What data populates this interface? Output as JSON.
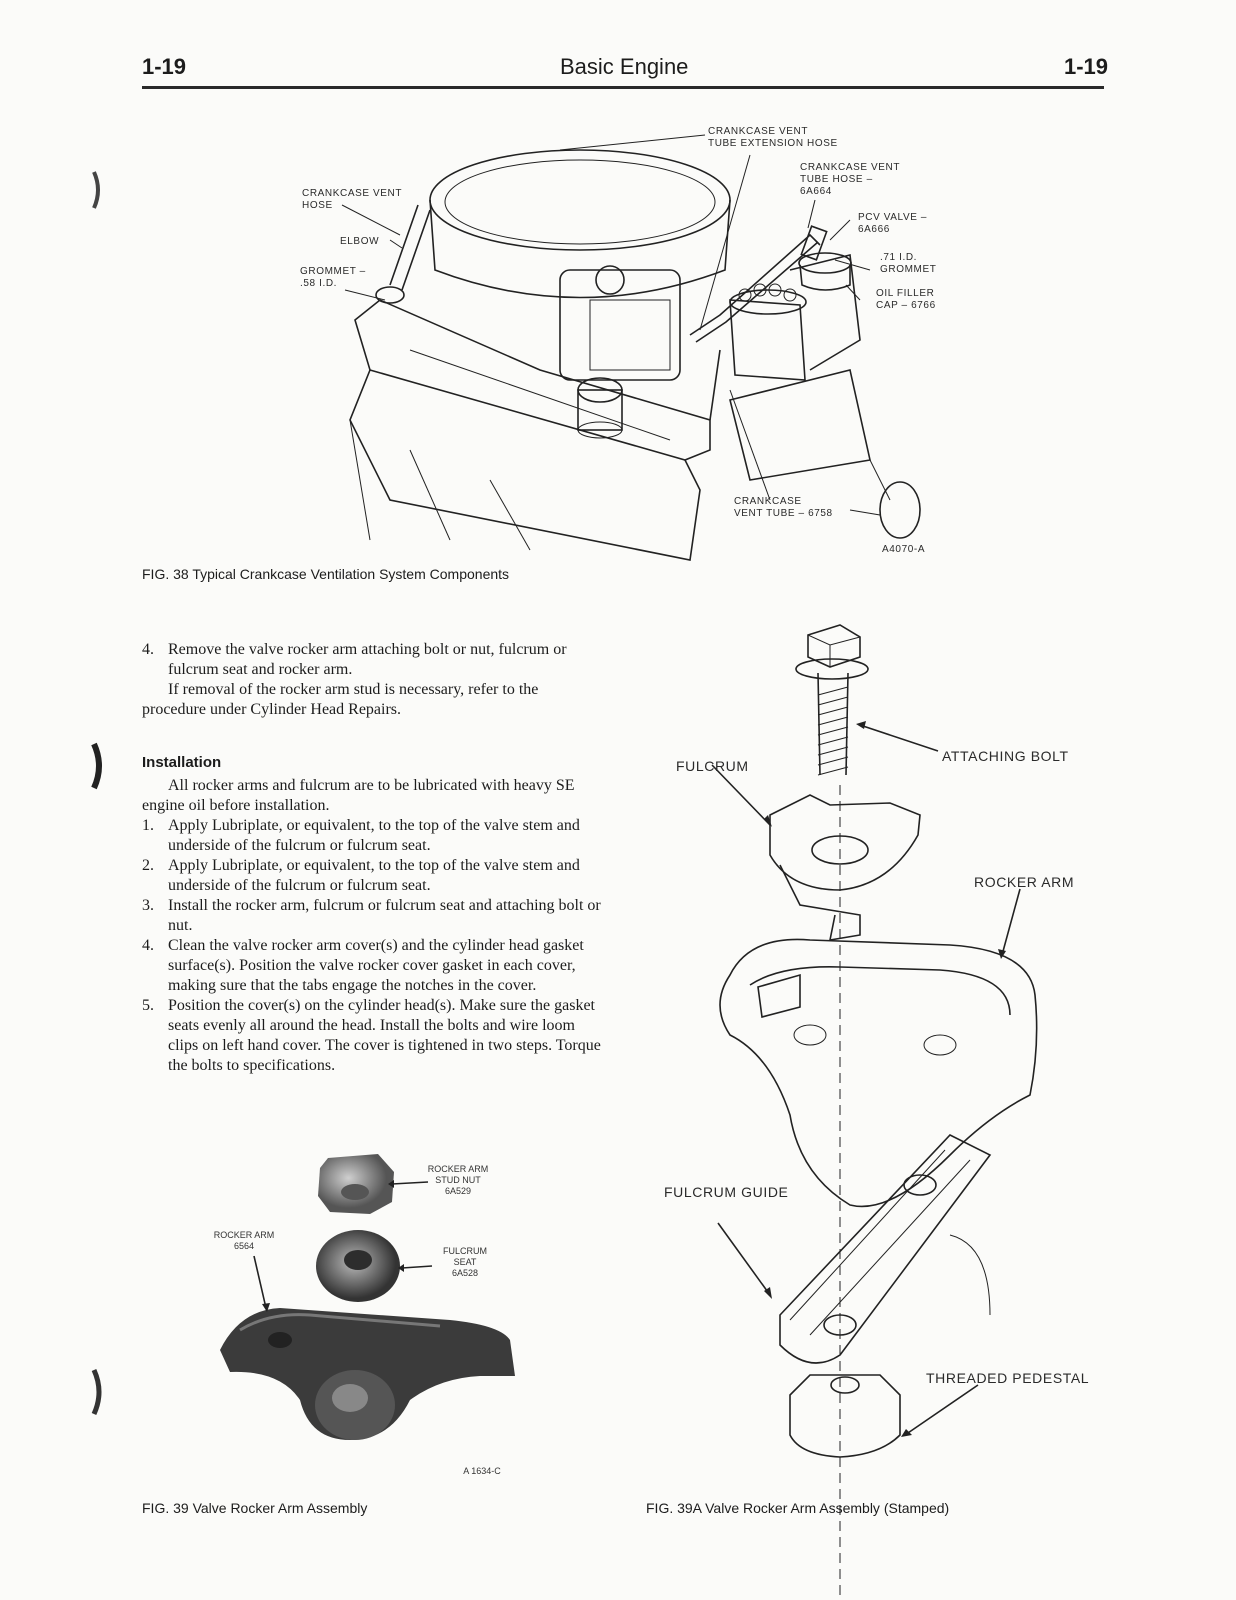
{
  "header": {
    "page_left": "1-19",
    "title": "Basic Engine",
    "page_right": "1-19"
  },
  "fig38": {
    "caption": "FIG. 38  Typical Crankcase Ventilation System Components",
    "code": "A4070-A",
    "labels": {
      "vent_tube_ext_hose": "CRANKCASE VENT\nTUBE EXTENSION HOSE",
      "vent_tube_hose": "CRANKCASE VENT\nTUBE HOSE –\n6A664",
      "vent_hose": "CRANKCASE VENT\nHOSE",
      "pcv_valve": "PCV VALVE –\n6A666",
      "elbow": "ELBOW",
      "grommet_71": ".71 I.D.\nGROMMET",
      "grommet_58": "GROMMET –\n.58 I.D.",
      "oil_filler_cap": "OIL FILLER\nCAP – 6766",
      "vent_tube": "CRANKCASE\nVENT TUBE – 6758"
    }
  },
  "steps": {
    "step4_num": "4.",
    "step4_text": "Remove the valve rocker arm attaching bolt or nut, fulcrum or fulcrum seat and rocker arm.",
    "step4_note": "If removal of the rocker arm stud is necessary, refer to the procedure under Cylinder Head Repairs."
  },
  "installation": {
    "heading": "Installation",
    "intro": "All rocker arms and fulcrum are to be lubricated with heavy SE engine oil before installation.",
    "items": [
      {
        "num": "1.",
        "text": "Apply Lubriplate, or equivalent, to the top of the valve stem and underside of the fulcrum or fulcrum seat."
      },
      {
        "num": "2.",
        "text": "Apply Lubriplate, or equivalent, to the top of the valve stem and underside of the fulcrum or fulcrum seat."
      },
      {
        "num": "3.",
        "text": "Install the rocker arm, fulcrum or fulcrum seat and attaching bolt or nut."
      },
      {
        "num": "4.",
        "text": "Clean the valve rocker arm cover(s) and the cylinder head gasket surface(s). Position the valve rocker cover gasket in each cover, making sure that the tabs engage the notches in the cover."
      },
      {
        "num": "5.",
        "text": "Position the cover(s) on the cylinder head(s). Make sure the gasket seats evenly all around the head. Install the bolts and wire loom clips on left hand cover. The cover is tightened in two steps. Torque the bolts to specifications."
      }
    ]
  },
  "fig39": {
    "caption": "FIG. 39  Valve Rocker Arm Assembly",
    "code": "A 1634-C",
    "labels": {
      "stud_nut": "ROCKER ARM\nSTUD NUT\n6A529",
      "rocker_arm": "ROCKER ARM\n6564",
      "fulcrum_seat": "FULCRUM\nSEAT\n6A528"
    }
  },
  "fig39a": {
    "caption": "FIG. 39A   Valve Rocker Arm Assembly (Stamped)",
    "labels": {
      "fulcrum": "FULCRUM",
      "attaching_bolt": "ATTACHING BOLT",
      "rocker_arm": "ROCKER ARM",
      "fulcrum_guide": "FULCRUM GUIDE",
      "threaded_pedestal": "THREADED PEDESTAL"
    }
  }
}
